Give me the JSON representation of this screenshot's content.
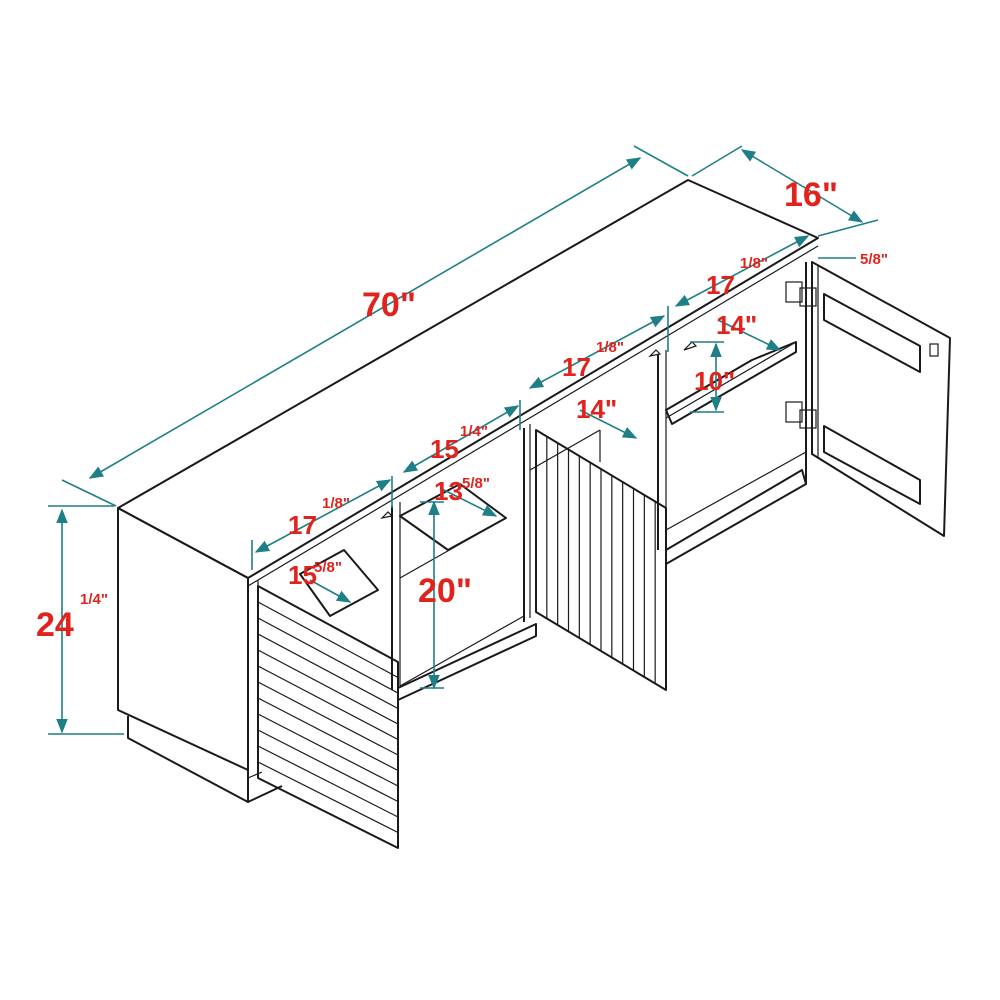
{
  "colors": {
    "dimension_line": "#1f7f86",
    "dimension_text": "#e0231c",
    "outline": "#1a1a1a"
  },
  "dimensions": {
    "width": "70\"",
    "depth": "16\"",
    "height_main": "24",
    "height_frac": "1/4\"",
    "door_thickness": "5/8\"",
    "compartment_right_main": "17",
    "compartment_right_frac": "1/8\"",
    "compartment_midright_main": "17",
    "compartment_midright_frac": "1/8\"",
    "compartment_mid_main": "15",
    "compartment_mid_frac": "1/4\"",
    "compartment_left_main": "17",
    "compartment_left_frac": "1/8\"",
    "shelf_depth_right": "14\"",
    "shelf_gap_right": "10\"",
    "shelf_depth_center": "14\"",
    "shelf_depth_left_main": "13",
    "shelf_depth_left_frac": "5/8\"",
    "shelf_left_main": "15",
    "shelf_left_frac": "5/8\"",
    "interior_height": "20\""
  }
}
